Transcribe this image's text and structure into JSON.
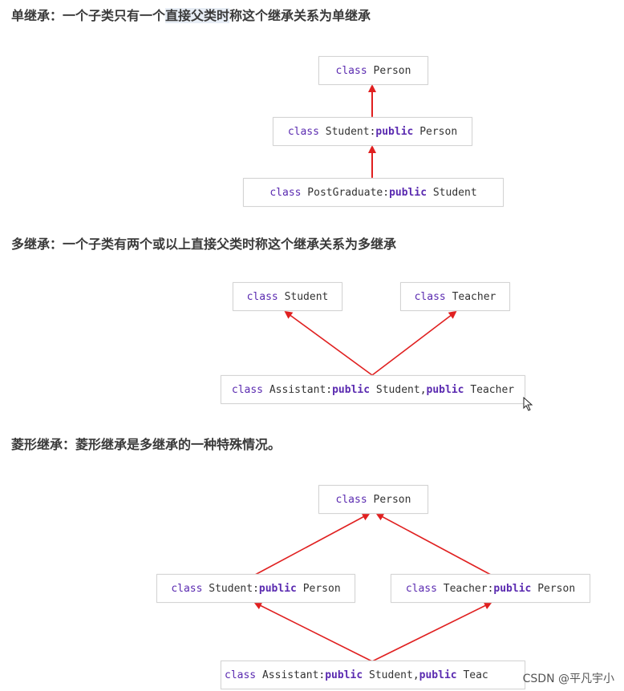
{
  "sections": [
    {
      "heading_pre": "单继承：一个子类只有一个",
      "heading_hl": "直接父类时",
      "heading_post": "称这个继承关系为单继承"
    },
    {
      "heading": "多继承：一个子类有两个或以上直接父类时称这个继承关系为多继承"
    },
    {
      "heading": "菱形继承：菱形继承是多继承的一种特殊情况。"
    }
  ],
  "single": {
    "person": {
      "kw": "class",
      "name": " Person"
    },
    "student": {
      "kw": "class",
      "name": " Student:",
      "kw2": "public",
      "rest": " Person"
    },
    "postgrad": {
      "kw": "class",
      "name": " PostGraduate:",
      "kw2": "public",
      "rest": " Student"
    }
  },
  "multi": {
    "student": {
      "kw": "class",
      "name": " Student"
    },
    "teacher": {
      "kw": "class",
      "name": " Teacher"
    },
    "assistant": {
      "kw": "class",
      "name": " Assistant:",
      "kw2": "public",
      "mid": " Student,",
      "kw3": "public",
      "rest": " Teacher"
    }
  },
  "diamond": {
    "person": {
      "kw": "class",
      "name": " Person"
    },
    "student": {
      "kw": "class",
      "name": " Student:",
      "kw2": "public",
      "rest": " Person"
    },
    "teacher": {
      "kw": "class",
      "name": " Teacher:",
      "kw2": "public",
      "rest": " Person"
    },
    "assistant": {
      "kw": "class",
      "name": " Assistant:",
      "kw2": "public",
      "mid": " Student,",
      "kw3": "public",
      "rest": " Teac"
    }
  },
  "watermark": "CSDN @平凡宇小",
  "colors": {
    "arrow": "#e02020",
    "keyword": "#5a2ab0"
  }
}
